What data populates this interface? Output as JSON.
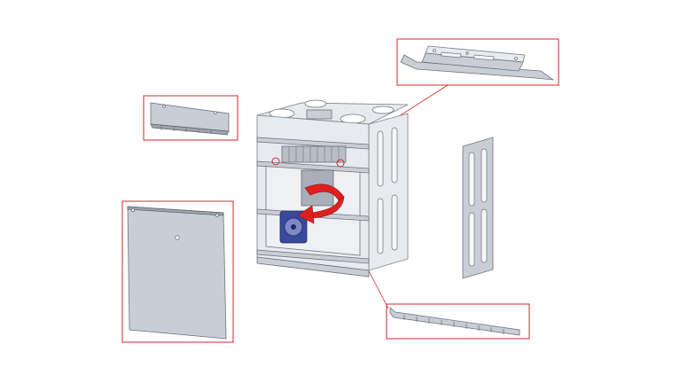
{
  "diagram": {
    "parts": [
      {
        "id": "top-rail",
        "label": ""
      },
      {
        "id": "left-bracket",
        "label": ""
      },
      {
        "id": "front-panel",
        "label": ""
      },
      {
        "id": "right-side-panel",
        "label": ""
      },
      {
        "id": "bottom-rail",
        "label": ""
      },
      {
        "id": "housing-unit",
        "label": ""
      }
    ],
    "colors": {
      "callout": "#d8232a",
      "metal": "#c9ced6",
      "flow_arrow": "#e02020",
      "fan": "#3a4a9a"
    }
  }
}
